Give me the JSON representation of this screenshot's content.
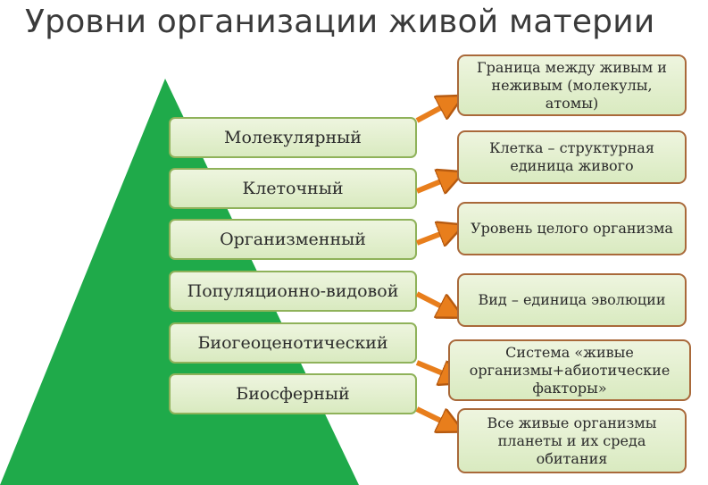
{
  "title": "Уровни организации живой материи",
  "levels": [
    "Молекулярный",
    "Клеточный",
    "Организменный",
    "Популяционно-видовой",
    "Биогеоценотический",
    "Биосферный"
  ],
  "descriptions": [
    "Граница между живым и неживым (молекулы, атомы)",
    "Клетка – структурная единица живого",
    "Уровень целого организма",
    "Вид – единица эволюции",
    "Система «живые организмы+абиотические факторы»",
    "Все живые организмы планеты и их среда обитания"
  ],
  "colors": {
    "pyramid": "#1faa4a",
    "level_border": "#8fb25a",
    "box_border": "#a9693a",
    "arrow": "#e87e1c"
  }
}
